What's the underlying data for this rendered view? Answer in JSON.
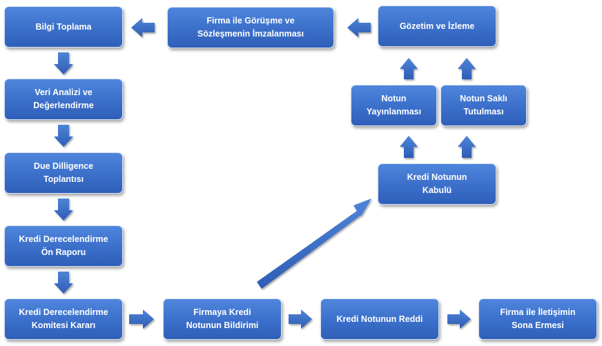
{
  "diagram": {
    "nodes": {
      "bilgi_toplama": "Bilgi Toplama",
      "firma_gorusme": "Firma ile Görüşme ve\nSözleşmenin İmzalanması",
      "gozetim_izleme": "Gözetim ve İzleme",
      "veri_analizi": "Veri Analizi ve\nDeğerlendirme",
      "notun_yayinlanmasi": "Notun\nYayınlanması",
      "notun_sakli": "Notun Saklı\nTutulması",
      "due_dilligence": "Due Dilligence\nToplantısı",
      "kredi_notu_kabulu": "Kredi Notunun\nKabulü",
      "on_rapor": "Kredi Derecelendirme\nÖn Raporu",
      "komite_karari": "Kredi Derecelendirme\nKomitesi Kararı",
      "not_bildirimi": "Firmaya Kredi\nNotunun Bildirimi",
      "notun_reddi": "Kredi Notunun Reddi",
      "iletisim_sona": "Firma ile İletişimin\nSona Ermesi"
    },
    "colors": {
      "box": "#3b6fca",
      "arrow": "#3a6bc4",
      "text": "#ffffff"
    }
  }
}
